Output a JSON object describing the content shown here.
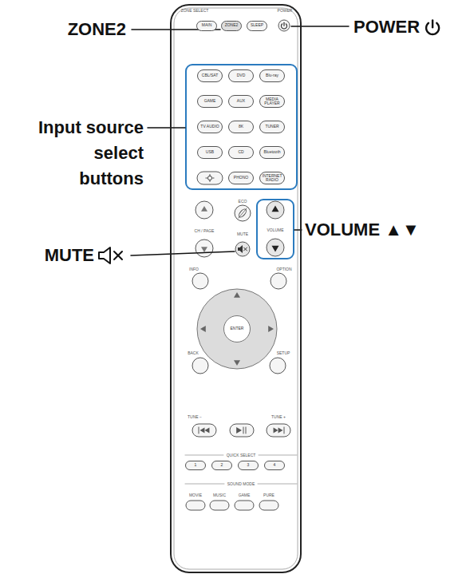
{
  "diagram": {
    "nodes": [
      {
        "text": [
          "ZONE SELECT",
          "POWER",
          "ECO",
          "CH / PAGE",
          "MUTE",
          "VOLUME",
          "INFO",
          "OPTION",
          "BACK",
          "SETUP",
          "TUNE −",
          "TUNE +",
          "QUICK SELECT",
          "SOUND MODE",
          "MOVIE",
          "MUSIC",
          "GAME",
          "PURE"
        ]
      },
      {
        "text": [
          "MAIN"
        ],
        "in": 0
      },
      {
        "text": [
          "ZONE2"
        ],
        "in": 0
      },
      {
        "text": [
          "SLEEP"
        ],
        "in": 0
      },
      {
        "text": [
          "CBL/SAT"
        ],
        "in": 0
      },
      {
        "text": [
          "DVD"
        ],
        "in": 0
      },
      {
        "text": [
          "Blu-ray"
        ],
        "in": 0
      },
      {
        "text": [
          "GAME"
        ],
        "in": 0
      },
      {
        "text": [
          "AUX"
        ],
        "in": 0
      },
      {
        "text": [
          "MEDIA PLAYER"
        ],
        "in": 0
      },
      {
        "text": [
          "TV AUDIO"
        ],
        "in": 0
      },
      {
        "text": [
          "8K"
        ],
        "in": 0
      },
      {
        "text": [
          "TUNER"
        ],
        "in": 0
      },
      {
        "text": [
          "USB"
        ],
        "in": 0
      },
      {
        "text": [
          "CD"
        ],
        "in": 0
      },
      {
        "text": [
          "Bluetooth"
        ],
        "in": 0
      },
      {
        "text": [
          "PHONO"
        ],
        "in": 0
      },
      {
        "text": [
          "INTERNET RADIO"
        ],
        "in": 0
      },
      {
        "text": [
          "ENTER"
        ],
        "in": 0
      },
      {
        "text": [
          "1"
        ],
        "in": 0
      },
      {
        "text": [
          "2"
        ],
        "in": 0
      },
      {
        "text": [
          "3"
        ],
        "in": 0
      },
      {
        "text": [
          "4"
        ],
        "in": 0
      }
    ],
    "labels": [
      "ZONE2",
      "POWER",
      "Input source select buttons",
      "VOLUME ▲▼",
      "MUTE"
    ]
  }
}
